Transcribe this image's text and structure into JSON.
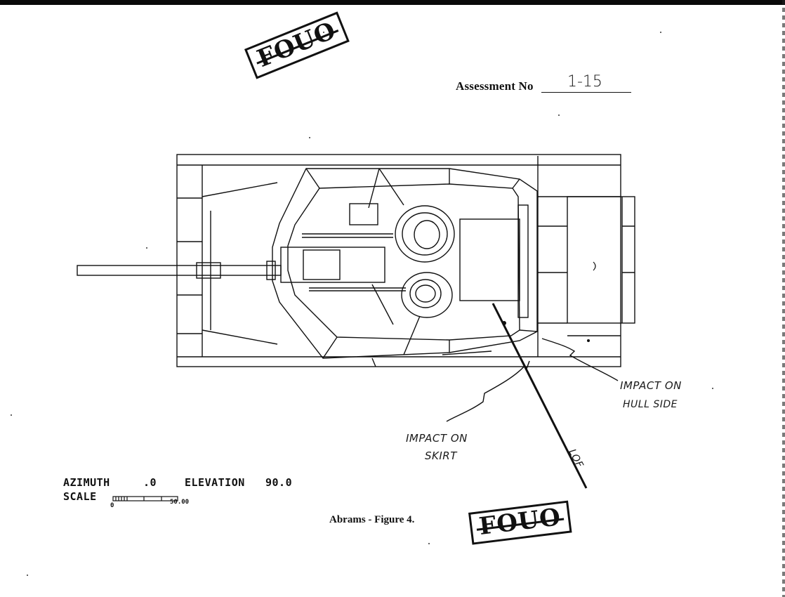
{
  "header": {
    "assessment_label": "Assessment No",
    "assessment_number": "1-15"
  },
  "stamps": {
    "top": "FOUO",
    "bottom": "FOUO"
  },
  "annotations": {
    "hull_line1": "IMPACT ON",
    "hull_line2": "HULL SIDE",
    "skirt_line1": "IMPACT ON",
    "skirt_line2": "SKIRT",
    "los": "LOF"
  },
  "view_params": {
    "azimuth_label": "AZIMUTH",
    "azimuth_value": ".0",
    "elevation_label": "ELEVATION",
    "elevation_value": "90.0",
    "scale_label": "SCALE",
    "scale_min": "0",
    "scale_max": "50.00"
  },
  "caption": "Abrams - Figure 4."
}
